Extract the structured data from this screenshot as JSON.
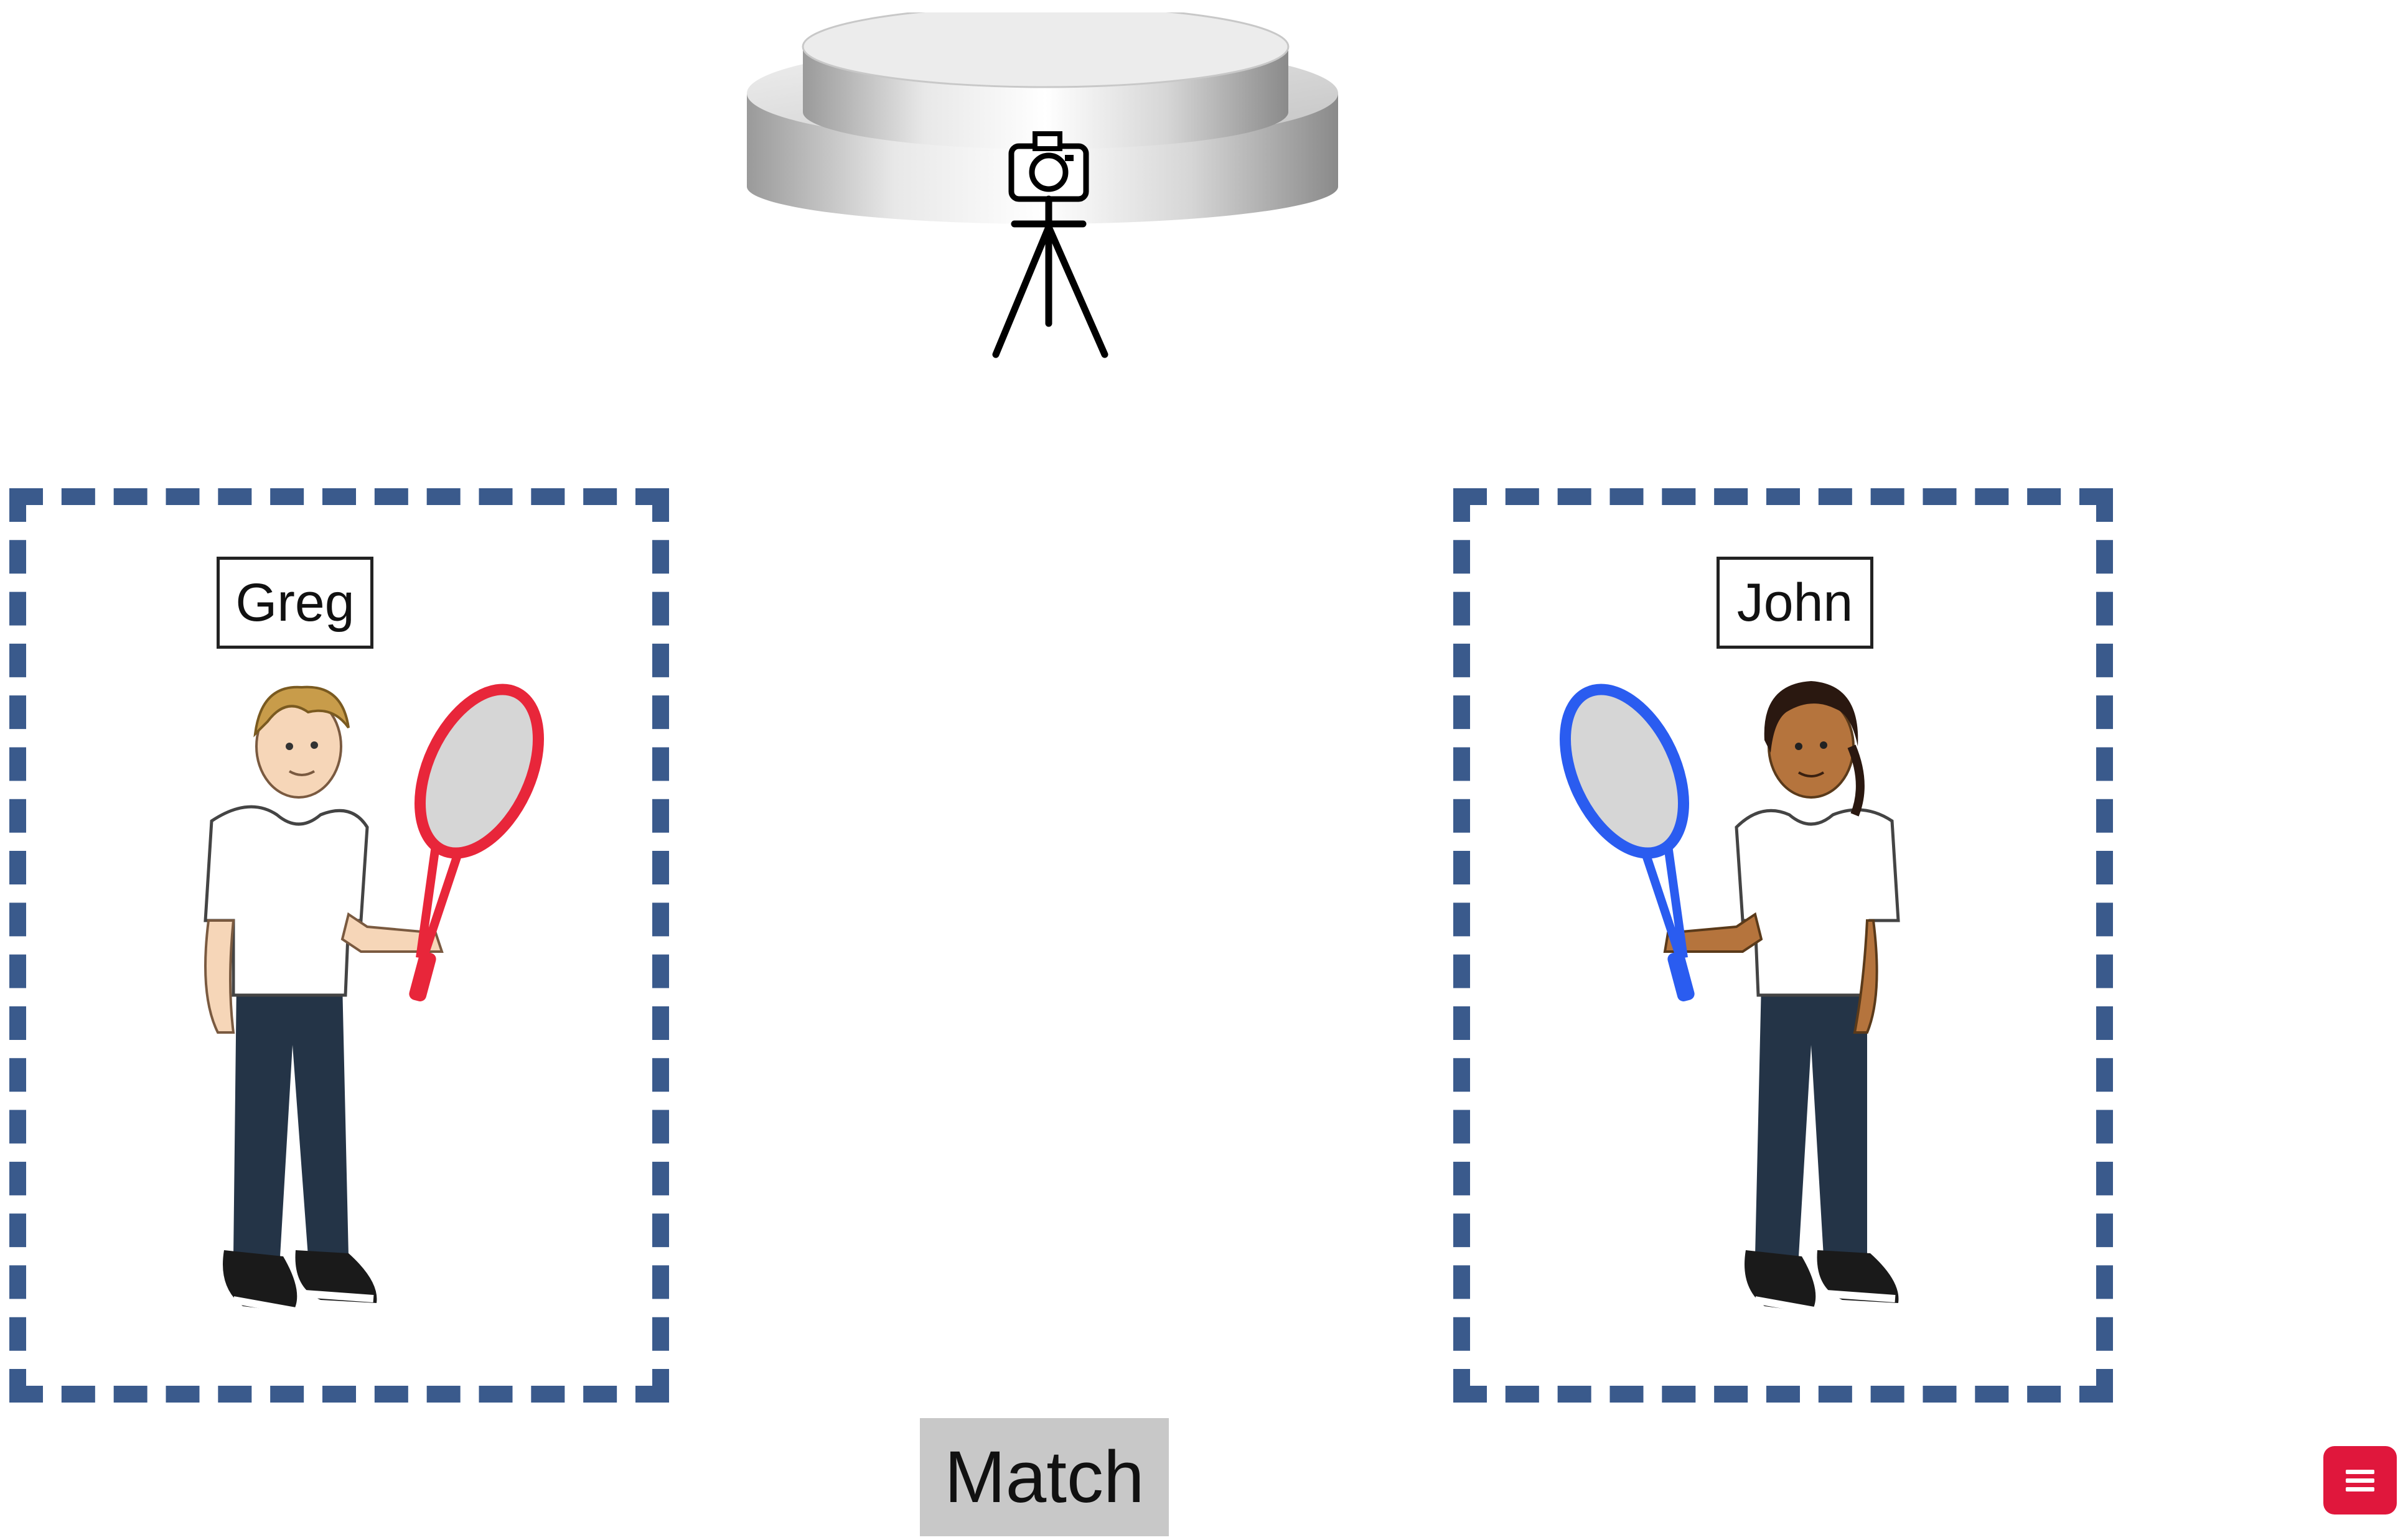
{
  "players": [
    {
      "name": "Greg",
      "racket_color": "#e8263a",
      "skin_color": "#f6d6b8",
      "hair_color": "#c89c4a"
    },
    {
      "name": "John",
      "racket_color": "#2a5cf0",
      "skin_color": "#b5743d",
      "hair_color": "#2a1810"
    }
  ],
  "match_button": {
    "label": "Match"
  },
  "menu_button": {
    "icon": "hamburger-menu-icon",
    "color": "#e0173c"
  },
  "zone_color": "#3a5a8c",
  "icons": {
    "camera": "camera-icon",
    "tripod": "tripod-icon",
    "platform": "rotating-platform"
  }
}
